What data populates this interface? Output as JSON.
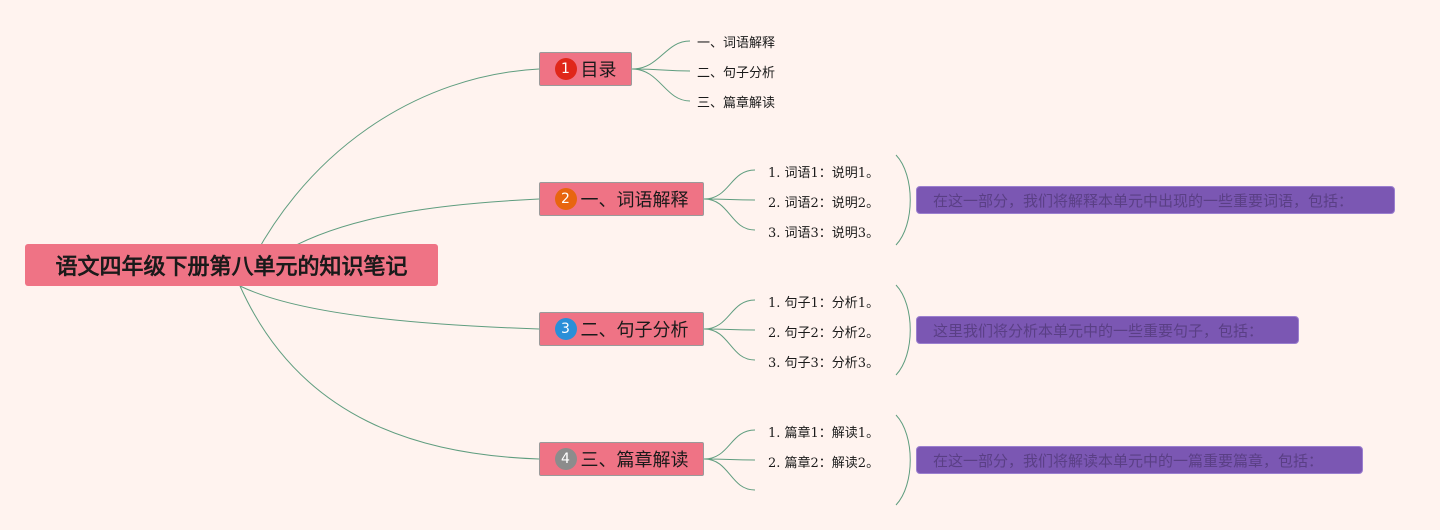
{
  "root": {
    "title": "语文四年级下册第八单元的知识笔记"
  },
  "topics": [
    {
      "badge": "1",
      "badge_color": "#e0271a",
      "label": "目录",
      "children": [
        "一、词语解释",
        "二、句子分析",
        "三、篇章解读"
      ]
    },
    {
      "badge": "2",
      "badge_color": "#e8650f",
      "label": "一、词语解释",
      "children": [
        "1. 词语1：说明1。",
        "2. 词语2：说明2。",
        "3. 词语3：说明3。"
      ],
      "note": "在这一部分，我们将解释本单元中出现的一些重要词语，包括："
    },
    {
      "badge": "3",
      "badge_color": "#2a8fd8",
      "label": "二、句子分析",
      "children": [
        "1. 句子1：分析1。",
        "2. 句子2：分析2。",
        "3. 句子3：分析3。"
      ],
      "note": "这里我们将分析本单元中的一些重要句子，包括："
    },
    {
      "badge": "4",
      "badge_color": "#8c8c8c",
      "label": "三、篇章解读",
      "children": [
        "1. 篇章1：解读1。",
        "2. 篇章2：解读2。",
        ""
      ],
      "note": "在这一部分，我们将解读本单元中的一篇重要篇章，包括："
    }
  ],
  "colors": {
    "background": "#fff3ef",
    "node": "#ef7385",
    "line": "#5f9d7f",
    "note": "#7b57b3"
  }
}
